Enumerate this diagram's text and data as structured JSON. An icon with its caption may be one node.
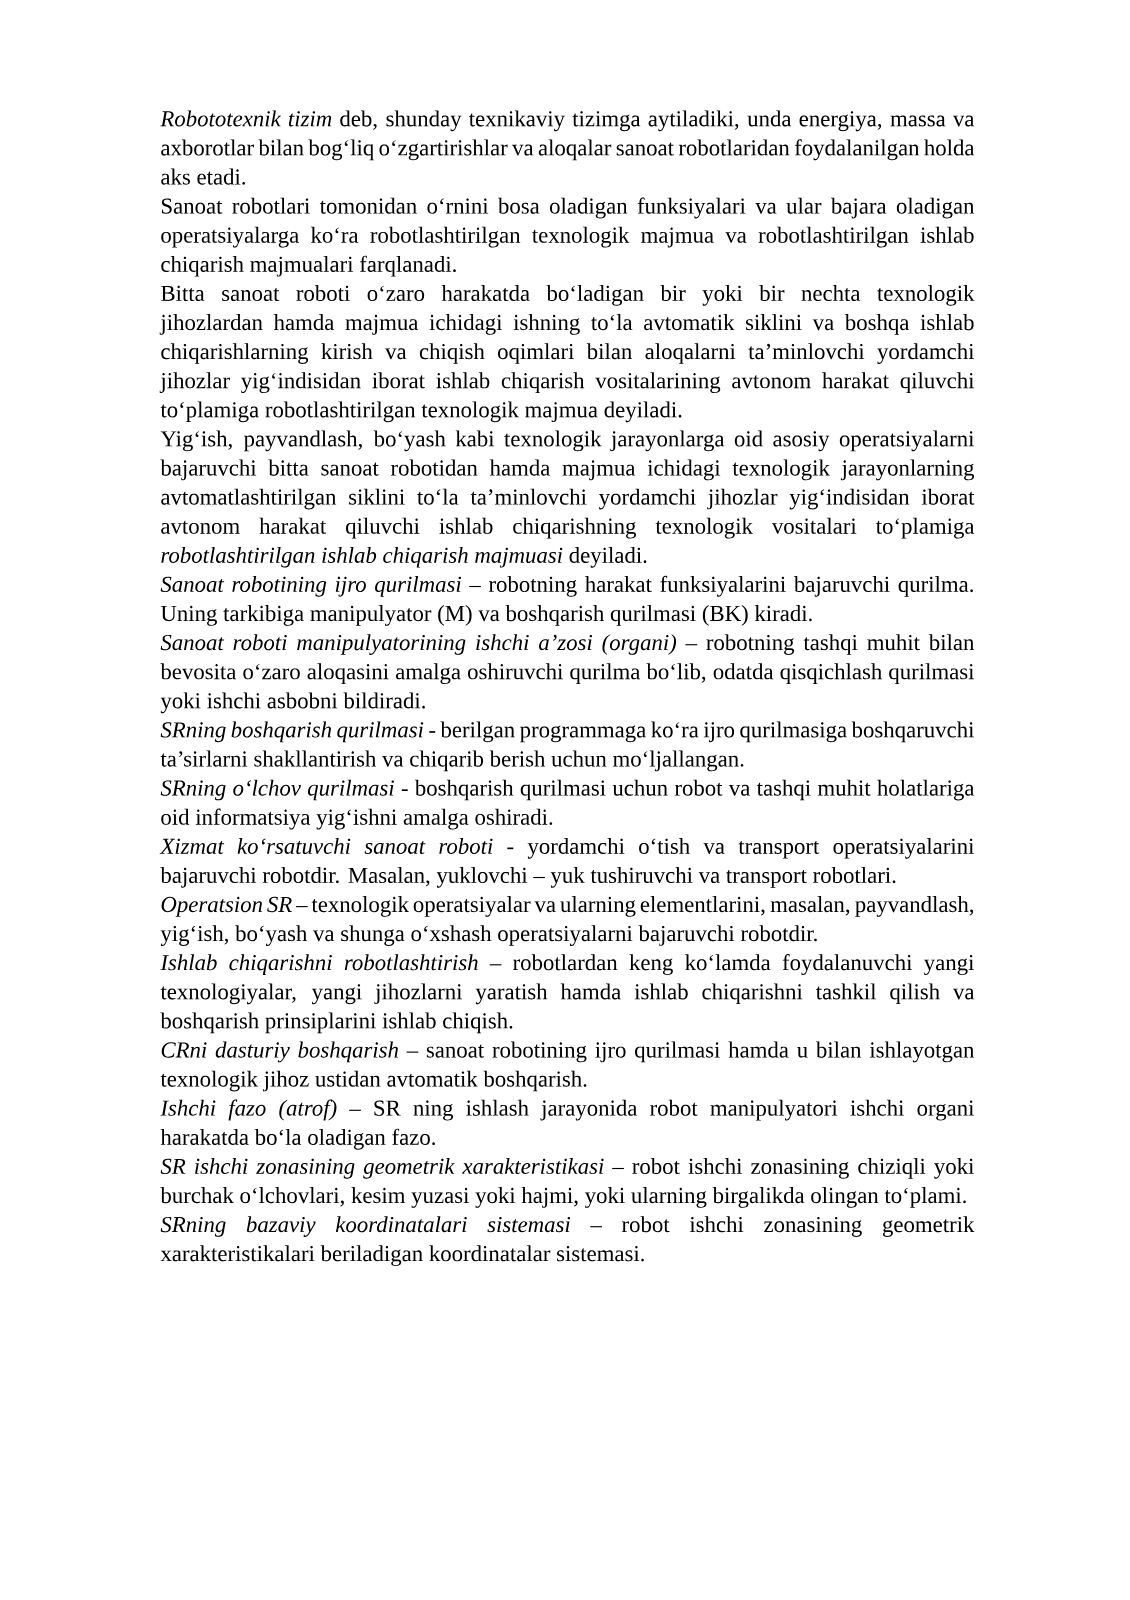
{
  "diagram": {
    "labels": [
      "*Robototexnik tizim* deb, shunday texnikaviy tizimga aytiladiki, unda energiya, massa va axborotlar bilan bog‘liq o‘zgartirishlar va aloqalar sanoat robotlaridan foydalanilgan holda aks etadi.",
      "Sanoat robotlari tomonidan o‘rnini bosa oladigan funksiyalari va ular bajara oladigan operatsiyalarga ko‘ra robotlashtirilgan texnologik majmua va robotlashtirilgan ishlab chiqarish majmualari farqlanadi.",
      "Bitta sanoat roboti o‘zaro harakatda bo‘ladigan bir yoki bir nechta texnologik jihozlardan hamda majmua ichidagi ishning to‘la avtomatik siklini va boshqa ishlab chiqarishlarning kirish va chiqish oqimlari bilan aloqalarni ta’minlovchi yordamchi jihozlar yig‘indisidan iborat ishlab chiqarish vositalarining avtonom harakat qiluvchi to‘plamiga robotlashtirilgan texnologik majmua deyiladi.",
      "Yig‘ish, payvandlash, bo‘yash kabi texnologik jarayonlarga oid asosiy operatsiyalarni bajaruvchi bitta sanoat robotidan hamda majmua ichidagi texnologik jarayonlarning avtomatlashtirilgan siklini to‘la ta’minlovchi yordamchi jihozlar yig‘indisidan iborat avtonom harakat qiluvchi ishlab chiqarishning texnologik vositalari to‘plamiga *robotlashtirilgan ishlab chiqarish majmuasi* deyiladi.",
      "*Sanoat robotining ijro qurilmasi* – robotning harakat funksiyalarini bajaruvchi qurilma. Uning tarkibiga manipulyator (M) va boshqarish qurilmasi (BK) kiradi.",
      "*Sanoat roboti manipulyatorining ishchi a’zosi (organi)* – robotning tashqi muhit bilan bevosita o‘zaro aloqasini amalga oshiruvchi qurilma bo‘lib, odatda qisqichlash qurilmasi yoki ishchi asbobni bildiradi.",
      "*SRning boshqarish qurilmasi* - berilgan programmaga ko‘ra ijro qurilmasiga boshqaruvchi ta’sirlarni shakllantirish va chiqarib berish uchun mo‘ljallangan.",
      "*SRning o‘lchov qurilmasi* - boshqarish qurilmasi uchun robot va tashqi muhit holatlariga oid informatsiya yig‘ishni amalga oshiradi.",
      "*Xizmat ko‘rsatuvchi sanoat roboti* - yordamchi o‘tish va transport operatsiyalarini bajaruvchi robotdir. Masalan, yuklovchi – yuk tushiruvchi va transport robotlari.",
      "*Operatsion SR* – texnologik operatsiyalar va ularning elementlarini, masalan, payvandlash, yig‘ish, bo‘yash va shunga o‘xshash operatsiyalarni bajaruvchi robotdir.",
      "*Ishlab chiqarishni robotlashtirish* – robotlardan keng ko‘lamda foydalanuvchi yangi texnologiyalar, yangi jihozlarni yaratish hamda ishlab chiqarishni tashkil qilish va boshqarish prinsiplarini ishlab chiqish.",
      "*CRni dasturiy boshqarish* – sanoat robotining ijro qurilmasi hamda u bilan ishlayotgan texnologik jihoz ustidan avtomatik boshqarish.",
      "*Ishchi fazo (atrof)* – SR ning ishlash jarayonida robot manipulyatori ishchi organi harakatda bo‘la oladigan fazo.",
      "*SR ishchi zonasining geometrik xarakteristikasi* – robot ishchi zonasining chiziqli yoki burchak o‘lchovlari, kesim yuzasi yoki hajmi, yoki ularning birgalikda olingan to‘plami.",
      "*SRning bazaviy koordinatalari sistemasi* – robot ishchi zonasining geometrik xarakteristikalari beriladigan koordinatalar sistemasi."
    ]
  }
}
